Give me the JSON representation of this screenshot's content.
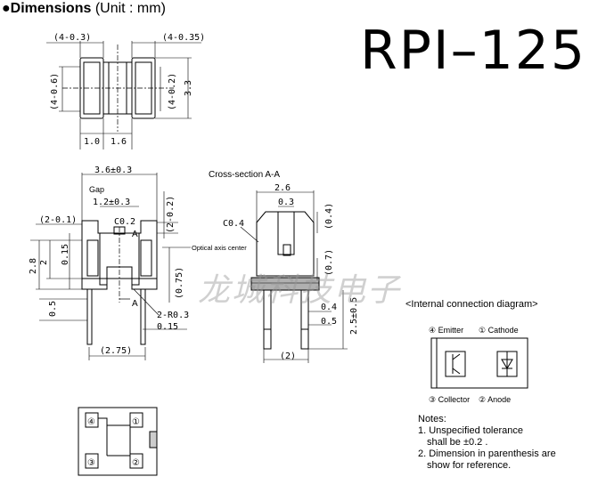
{
  "header": {
    "bullet": "●",
    "title": "Dimensions",
    "unit": "(Unit : mm)"
  },
  "model": "RPI–125",
  "top_view": {
    "dims": [
      "(4-0.3)",
      "(4-0.35)",
      "(4-0.6)",
      "(4-0.2)",
      "3.3",
      "1.0",
      "1.6"
    ]
  },
  "front_view": {
    "dims": [
      "3.6±0.3",
      "Gap",
      "1.2±0.3",
      "C0.2",
      "(2-0.2)",
      "(2-0.1)",
      "2.8",
      "2",
      "0.15",
      "(0.75)",
      "0.5",
      "2-R0.3",
      "0.15",
      "(2.75)",
      "A",
      "A"
    ],
    "optical_label": "Optical axis center"
  },
  "cross_section": {
    "title": "Cross-section A-A",
    "dims": [
      "2.6",
      "0.3",
      "C0.4",
      "(0.4)",
      "(0.7)",
      "0.4",
      "0.5",
      "2.5±0.5",
      "(2)"
    ]
  },
  "bottom_view": {
    "pins": [
      "④",
      "①",
      "③",
      "②"
    ]
  },
  "connection": {
    "title": "<Internal connection diagram>",
    "labels": [
      "④ Emitter",
      "① Cathode",
      "③ Collector",
      "② Anode"
    ]
  },
  "notes": {
    "title": "Notes:",
    "lines": [
      "1. Unspecified tolerance",
      "shall be ±0.2 .",
      "2. Dimension in parenthesis are",
      "show for reference."
    ]
  },
  "watermark": "龙城科技电子"
}
